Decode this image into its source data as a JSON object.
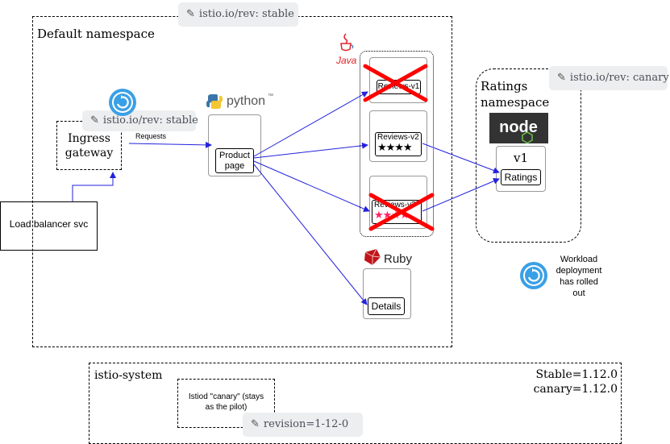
{
  "default_ns": {
    "label": "Default namespace",
    "tag": "istio.io/rev: stable"
  },
  "ingress": {
    "label_line1": "Ingress",
    "label_line2": "gateway",
    "tag": "istio.io/rev: stable",
    "requests_label": "Requests"
  },
  "load_balancer": {
    "label": "Load balancer svc"
  },
  "python": {
    "logo_text": "python",
    "tm": "™",
    "product_line1": "Product",
    "product_line2": "page"
  },
  "java": {
    "logo_text": "Java",
    "reviews_v1": "Reviews-v1",
    "reviews_v2": "Reviews-v2",
    "reviews_v3": "Reviews-v3",
    "stars": "★★★★"
  },
  "ruby": {
    "logo_text": "Ruby",
    "details": "Details"
  },
  "ratings_ns": {
    "label_line1": "Ratings",
    "label_line2": "namespace",
    "tag": "istio.io/rev: canary",
    "node_logo": "node",
    "version": "v1",
    "ratings": "Ratings"
  },
  "rollout_note": {
    "line1": "Workload",
    "line2": "deployment",
    "line3": "has rolled",
    "line4": "out"
  },
  "istio_system": {
    "label": "istio-system",
    "stable": "Stable=1.12.0",
    "canary": "canary=1.12.0",
    "istiod_line1": "Istiod \"canary\" (stays",
    "istiod_line2": "as the pilot)",
    "revision_tag": "revision=1-12-0"
  },
  "colors": {
    "arrow": "#2222dd",
    "cross": "#ff0000",
    "tag_bg": "#eceef0",
    "istio_blue": "#3aa0e6",
    "ruby_red": "#c0141a",
    "java_red": "#e0232a",
    "node_bg": "#333333",
    "node_green": "#6cc24a",
    "python_blue": "#3a74a8",
    "python_yellow": "#f3c633"
  }
}
